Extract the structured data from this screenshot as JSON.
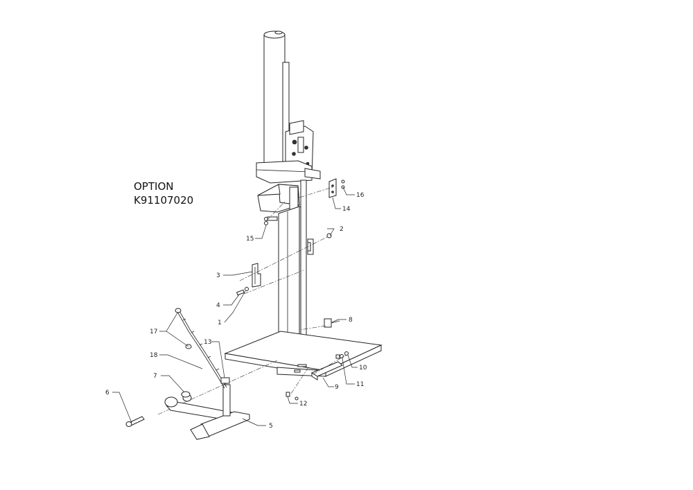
{
  "option": {
    "line1": "OPTION",
    "line2": "K91107020"
  },
  "callouts": [
    {
      "id": "c1",
      "label": "1"
    },
    {
      "id": "c2",
      "label": "2"
    },
    {
      "id": "c3",
      "label": "3"
    },
    {
      "id": "c4",
      "label": "4"
    },
    {
      "id": "c5",
      "label": "5"
    },
    {
      "id": "c6",
      "label": "6"
    },
    {
      "id": "c7",
      "label": "7"
    },
    {
      "id": "c8",
      "label": "8"
    },
    {
      "id": "c9",
      "label": "9"
    },
    {
      "id": "c10",
      "label": "10"
    },
    {
      "id": "c11",
      "label": "11"
    },
    {
      "id": "c12",
      "label": "12"
    },
    {
      "id": "c13",
      "label": "13"
    },
    {
      "id": "c14",
      "label": "14"
    },
    {
      "id": "c15",
      "label": "15"
    },
    {
      "id": "c16",
      "label": "16"
    },
    {
      "id": "c17",
      "label": "17"
    },
    {
      "id": "c18",
      "label": "18"
    }
  ]
}
